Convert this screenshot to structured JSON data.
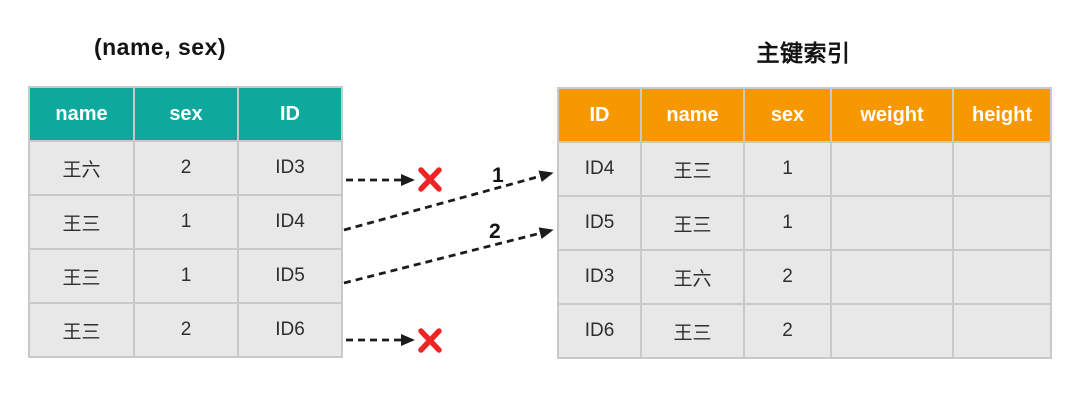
{
  "left_table": {
    "title": "(name, sex)",
    "header_color": "#0ea89c",
    "columns": [
      "name",
      "sex",
      "ID"
    ],
    "rows": [
      [
        "王六",
        "2",
        "ID3"
      ],
      [
        "王三",
        "1",
        "ID4"
      ],
      [
        "王三",
        "1",
        "ID5"
      ],
      [
        "王三",
        "2",
        "ID6"
      ]
    ]
  },
  "right_table": {
    "title": "主键索引",
    "header_color": "#f89800",
    "columns": [
      "ID",
      "name",
      "sex",
      "weight",
      "height"
    ],
    "rows": [
      [
        "ID4",
        "王三",
        "1",
        "",
        ""
      ],
      [
        "ID5",
        "王三",
        "1",
        "",
        ""
      ],
      [
        "ID3",
        "王六",
        "2",
        "",
        ""
      ],
      [
        "ID6",
        "王三",
        "2",
        "",
        ""
      ]
    ]
  },
  "annotations": {
    "labels": [
      "1",
      "2"
    ],
    "arrow_color": "#1c1c1c",
    "cross_color": "#ee2424"
  }
}
